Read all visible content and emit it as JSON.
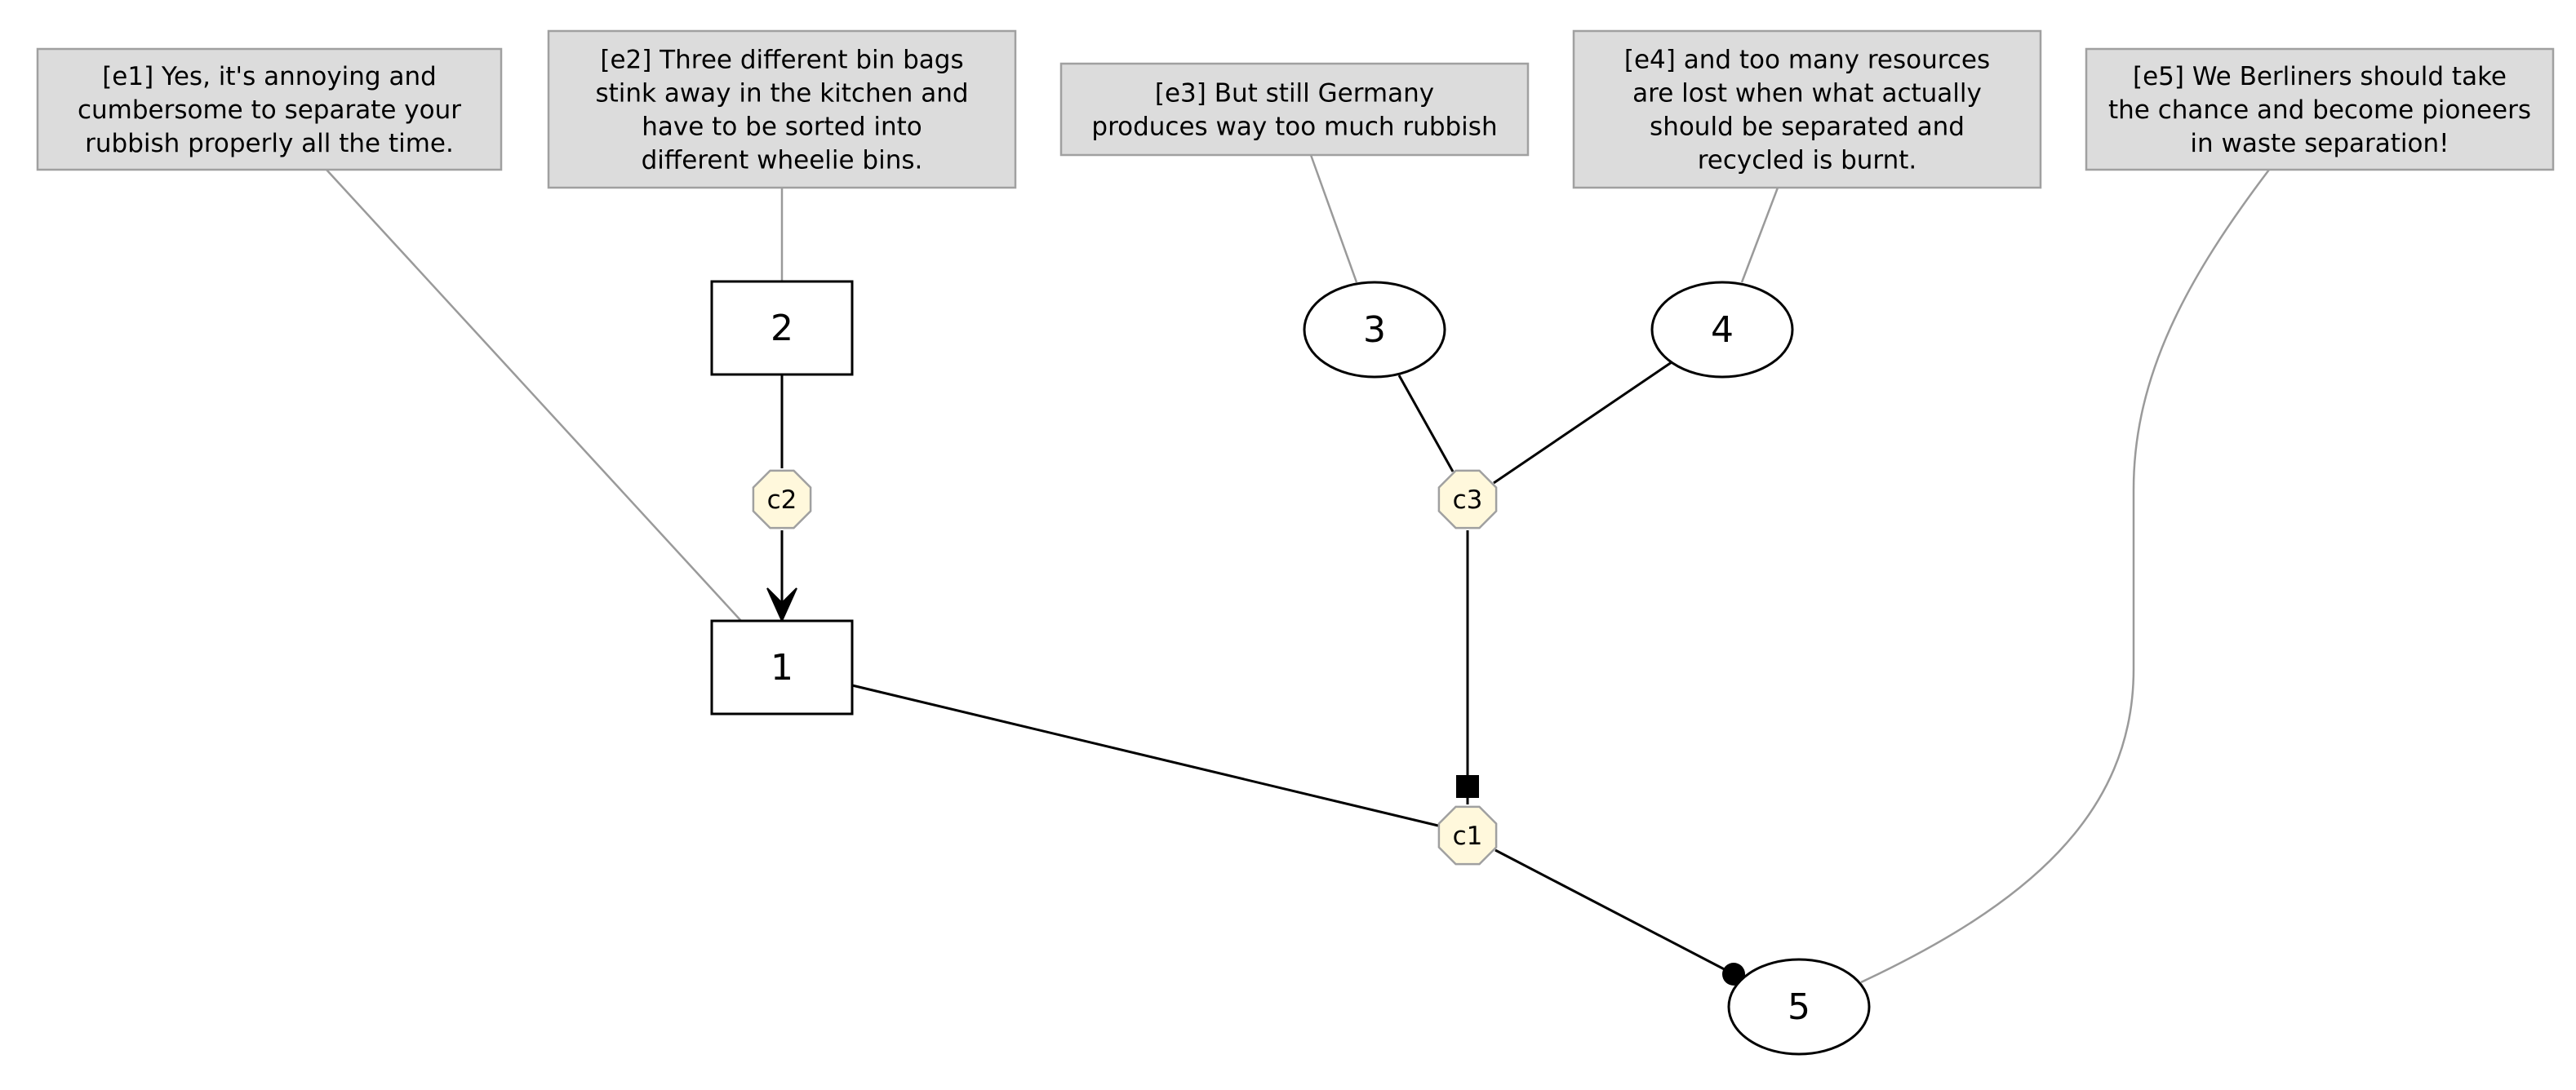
{
  "colors": {
    "edu_fill": "#dcdcdc",
    "edu_stroke": "#a0a0a0",
    "edu_link": "#9a9a9a",
    "connector_fill": "#fff8dc",
    "connector_stroke": "#a0a0a0",
    "edge": "#000000"
  },
  "edus": [
    {
      "id": "e1",
      "lines": [
        "[e1] Yes, it's annoying and",
        "cumbersome to separate your",
        "rubbish properly all the time."
      ]
    },
    {
      "id": "e2",
      "lines": [
        "[e2] Three different bin bags",
        "stink away in the kitchen and",
        "have to be sorted into",
        "different wheelie bins."
      ]
    },
    {
      "id": "e3",
      "lines": [
        "[e3] But still Germany",
        "produces way too much rubbish"
      ]
    },
    {
      "id": "e4",
      "lines": [
        "[e4] and too many resources",
        "are lost when what actually",
        "should be separated and",
        "recycled is burnt."
      ]
    },
    {
      "id": "e5",
      "lines": [
        "[e5] We Berliners should take",
        "the chance and become pioneers",
        "in waste separation!"
      ]
    }
  ],
  "nodes": [
    {
      "id": "n1",
      "label": "1",
      "shape": "box"
    },
    {
      "id": "n2",
      "label": "2",
      "shape": "box"
    },
    {
      "id": "n3",
      "label": "3",
      "shape": "ellipse"
    },
    {
      "id": "n4",
      "label": "4",
      "shape": "ellipse"
    },
    {
      "id": "n5",
      "label": "5",
      "shape": "ellipse"
    }
  ],
  "connectors": [
    {
      "id": "c1",
      "label": "c1"
    },
    {
      "id": "c2",
      "label": "c2"
    },
    {
      "id": "c3",
      "label": "c3"
    }
  ],
  "edges": [
    {
      "from": "n2",
      "to": "c2",
      "head": "none"
    },
    {
      "from": "c2",
      "to": "n1",
      "head": "arrow"
    },
    {
      "from": "n3",
      "to": "c3",
      "head": "none"
    },
    {
      "from": "n4",
      "to": "c3",
      "head": "none"
    },
    {
      "from": "c3",
      "to": "c1",
      "head": "square"
    },
    {
      "from": "n1",
      "to": "c1",
      "head": "none"
    },
    {
      "from": "c1",
      "to": "n5",
      "head": "dot"
    }
  ],
  "edu_links": [
    {
      "edu": "e1",
      "node": "n1"
    },
    {
      "edu": "e2",
      "node": "n2"
    },
    {
      "edu": "e3",
      "node": "n3"
    },
    {
      "edu": "e4",
      "node": "n4"
    },
    {
      "edu": "e5",
      "node": "n5"
    }
  ]
}
